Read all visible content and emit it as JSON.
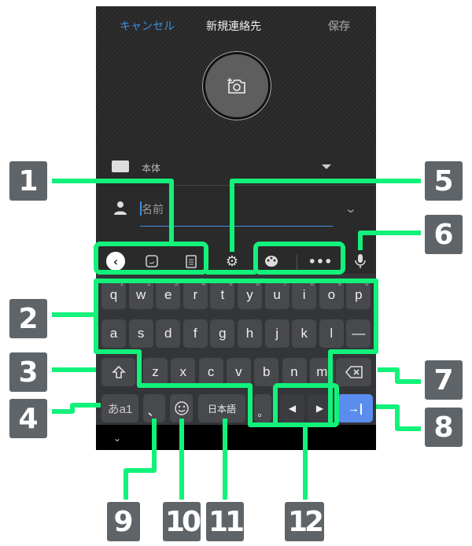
{
  "header": {
    "cancel": "キャンセル",
    "title": "新規連絡先",
    "save": "保存"
  },
  "account": {
    "label": "本体"
  },
  "name_field": {
    "placeholder": "名前"
  },
  "toolbar": {
    "icons": [
      "back-icon",
      "sticker-icon",
      "clipboard-icon",
      "gear-icon",
      "palette-icon",
      "more-icon",
      "mic-icon"
    ]
  },
  "keyboard": {
    "row1": [
      [
        "q",
        "1"
      ],
      [
        "w",
        "2"
      ],
      [
        "e",
        "3"
      ],
      [
        "r",
        "4"
      ],
      [
        "t",
        "5"
      ],
      [
        "y",
        "6"
      ],
      [
        "u",
        "7"
      ],
      [
        "i",
        "8"
      ],
      [
        "o",
        "9"
      ],
      [
        "p",
        "0"
      ]
    ],
    "row2": [
      "a",
      "s",
      "d",
      "f",
      "g",
      "h",
      "j",
      "k",
      "l",
      "—"
    ],
    "row3": [
      "z",
      "x",
      "c",
      "v",
      "b",
      "n",
      "m"
    ],
    "mode": "あa1",
    "comma": "、",
    "space": "日本語",
    "period": "。",
    "left": "◀",
    "right": "▶",
    "enter": "→|",
    "accent": "#5b8def"
  },
  "callouts": [
    "1",
    "2",
    "3",
    "4",
    "5",
    "6",
    "7",
    "8",
    "9",
    "10",
    "11",
    "12"
  ],
  "highlight_color": "#12f27a"
}
